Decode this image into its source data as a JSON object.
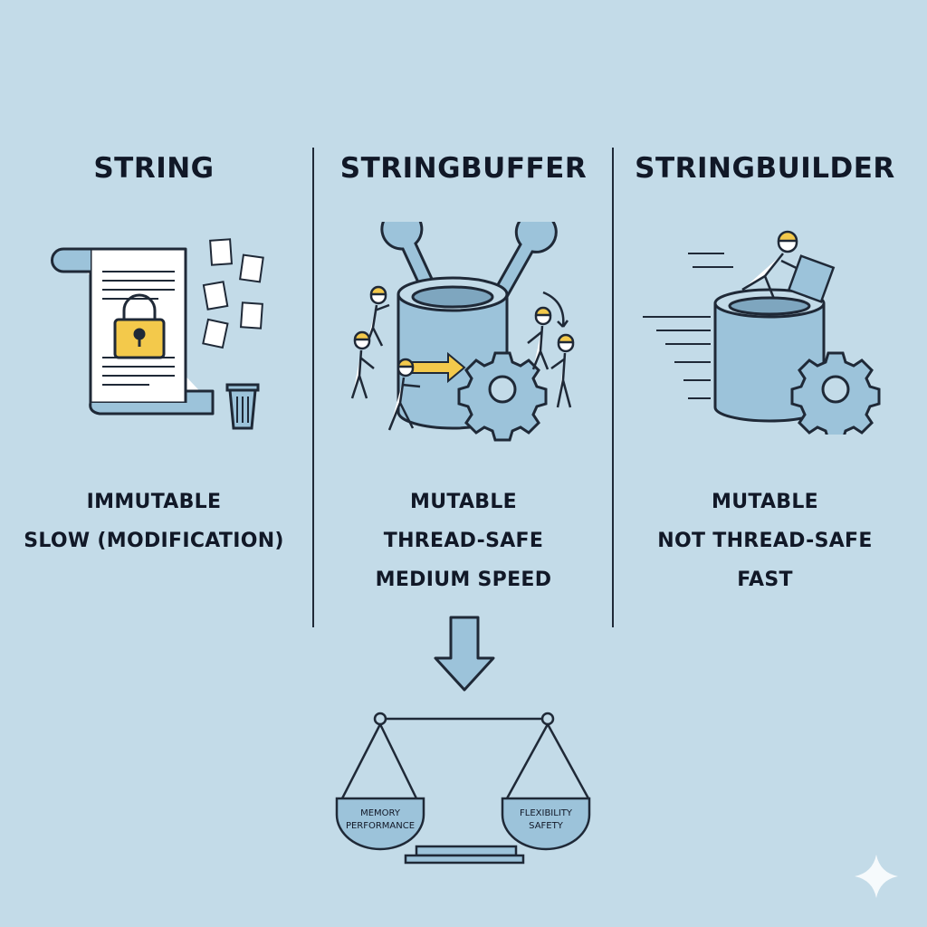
{
  "columns": [
    {
      "title": "STRING",
      "traits": [
        "IMMUTABLE",
        "SLOW (MODIFICATION)"
      ]
    },
    {
      "title": "STRINGBUFFER",
      "traits": [
        "MUTABLE",
        "THREAD-SAFE",
        "MEDIUM SPEED"
      ]
    },
    {
      "title": "STRINGBUILDER",
      "traits": [
        "MUTABLE",
        "NOT THREAD-SAFE",
        "FAST"
      ]
    }
  ],
  "scale": {
    "left_pan": [
      "MEMORY",
      "PERFORMANCE"
    ],
    "right_pan": [
      "FLEXIBILITY",
      "SAFETY"
    ]
  },
  "colors": {
    "background": "#c3dbe8",
    "ink": "#1f2937",
    "accent_yellow": "#f3c94b",
    "accent_blue": "#9cc3da"
  },
  "icons": [
    "document-scroll-icon",
    "padlock-icon",
    "trash-can-icon",
    "wrench-icon",
    "gear-icon",
    "worker-icon",
    "arrow-down-icon",
    "balance-scale-icon",
    "sparkle-icon"
  ]
}
